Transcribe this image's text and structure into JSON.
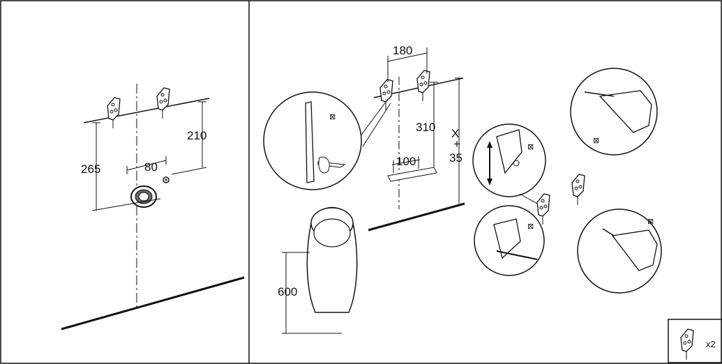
{
  "left_panel": {
    "dimensions": {
      "bracket_height": "265",
      "outlet_offset": "80",
      "outlet_height": "210"
    }
  },
  "right_panel": {
    "dimensions": {
      "bracket_spacing": "180",
      "bracket_drop": "310",
      "x_line1": "X",
      "x_line2": "+",
      "x_line3": "35",
      "hole_spacing": "100",
      "floor_height": "600"
    },
    "markers": {
      "detail_marker": "⊠"
    },
    "parts_box": {
      "quantity": "x2"
    }
  }
}
